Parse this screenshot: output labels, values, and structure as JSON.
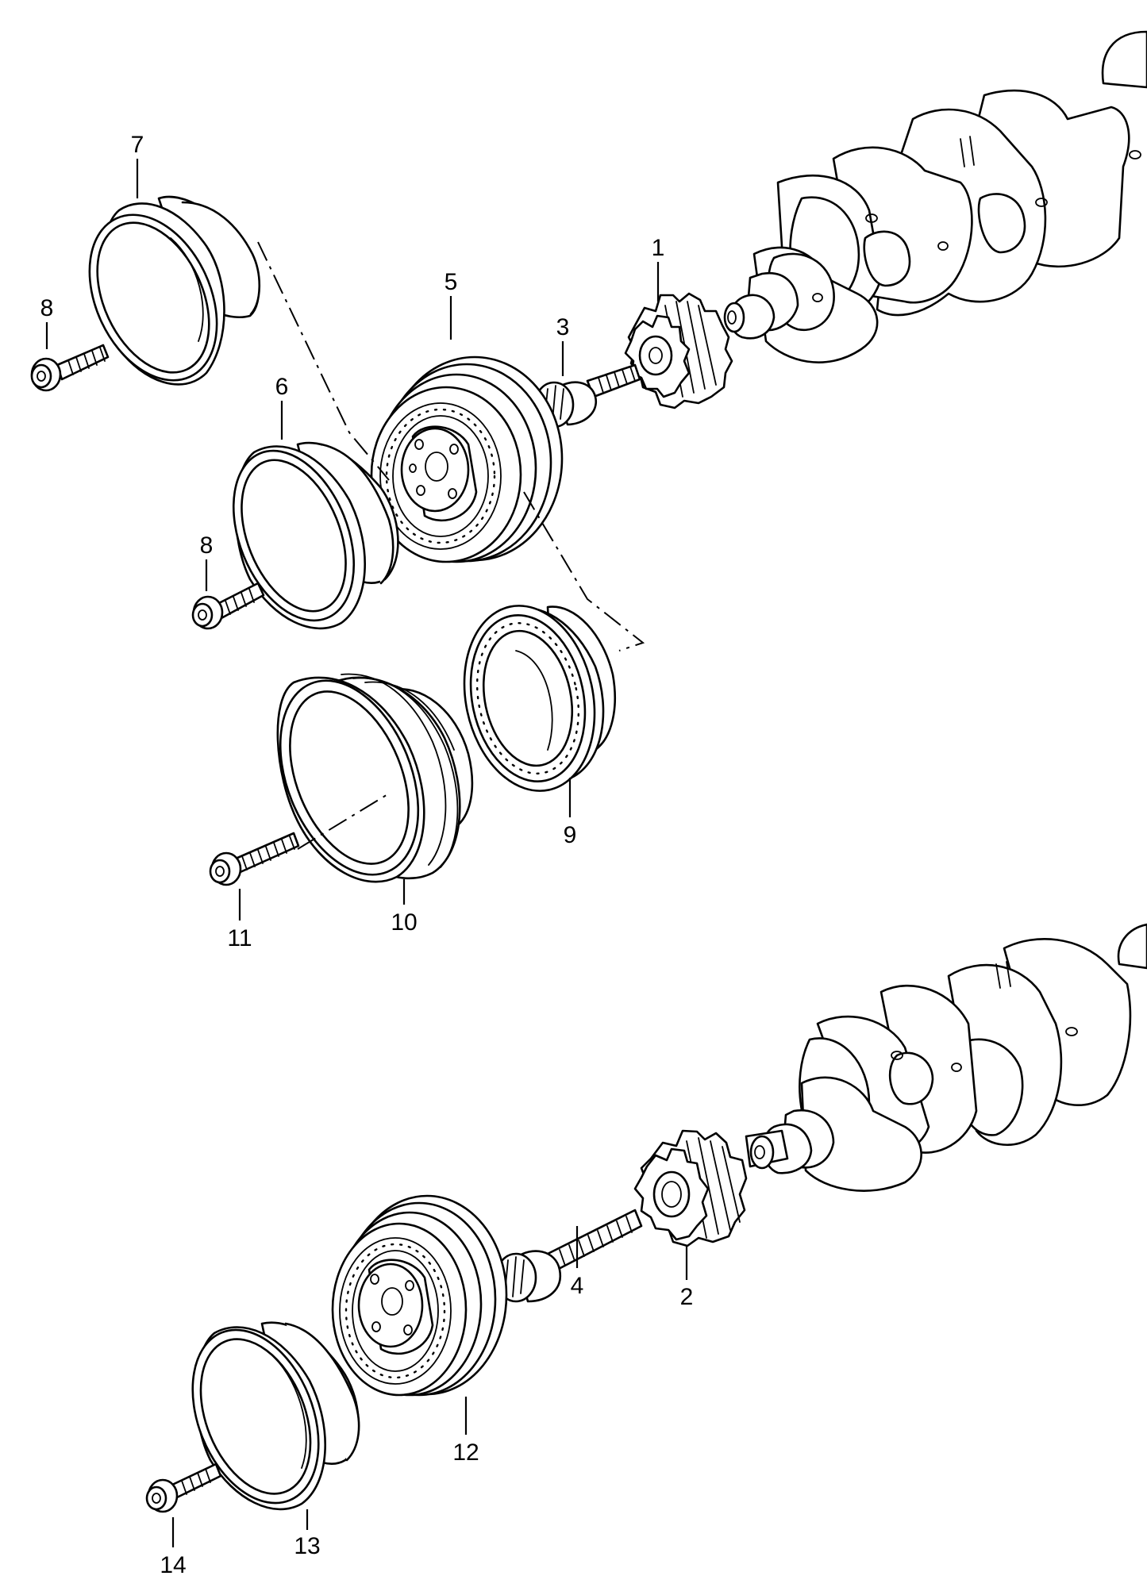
{
  "parts": [
    {
      "id": "p1",
      "label": "1"
    },
    {
      "id": "p2",
      "label": "2"
    },
    {
      "id": "p3",
      "label": "3"
    },
    {
      "id": "p4",
      "label": "4"
    },
    {
      "id": "p5",
      "label": "5"
    },
    {
      "id": "p6",
      "label": "6"
    },
    {
      "id": "p7",
      "label": "7"
    },
    {
      "id": "p8a",
      "label": "8"
    },
    {
      "id": "p8b",
      "label": "8"
    },
    {
      "id": "p9",
      "label": "9"
    },
    {
      "id": "p10",
      "label": "10"
    },
    {
      "id": "p11",
      "label": "11"
    },
    {
      "id": "p12",
      "label": "12"
    },
    {
      "id": "p13",
      "label": "13"
    },
    {
      "id": "p14",
      "label": "14"
    }
  ]
}
